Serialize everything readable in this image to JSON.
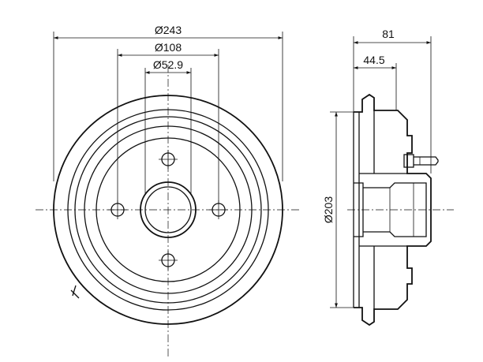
{
  "front_view": {
    "dim_outer_diameter": "Ø243",
    "dim_bolt_circle": "Ø108",
    "dim_center_bore": "Ø52.9"
  },
  "side_view": {
    "dim_total_height": "81",
    "dim_flange_height": "44.5",
    "dim_drum_inner_diameter": "Ø203"
  },
  "colors": {
    "line": "#111111",
    "background": "#ffffff"
  }
}
